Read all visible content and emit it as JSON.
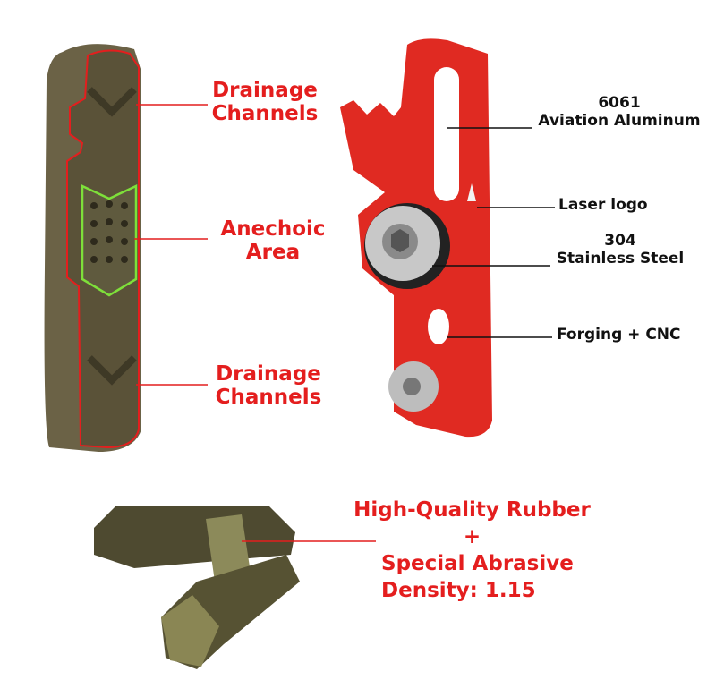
{
  "colors": {
    "label_red": "#e41e1e",
    "label_black": "#111111",
    "arm_red": "#e02a22",
    "pad_brown": "#6b6246",
    "anechoic_outline": "#7ee03a"
  },
  "pad_labels": {
    "drainage_top": [
      "Drainage",
      "Channels"
    ],
    "anechoic": [
      "Anechoic",
      "Area"
    ],
    "drainage_bottom": [
      "Drainage",
      "Channels"
    ]
  },
  "arm_labels": {
    "material": [
      "6061",
      "Aviation Aluminum"
    ],
    "logo": "Laser logo",
    "bolt": [
      "304",
      "Stainless Steel"
    ],
    "process": "Forging + CNC"
  },
  "rubber_labels": [
    "High-Quality Rubber",
    "+",
    "Special Abrasive",
    "Density: 1.15"
  ]
}
